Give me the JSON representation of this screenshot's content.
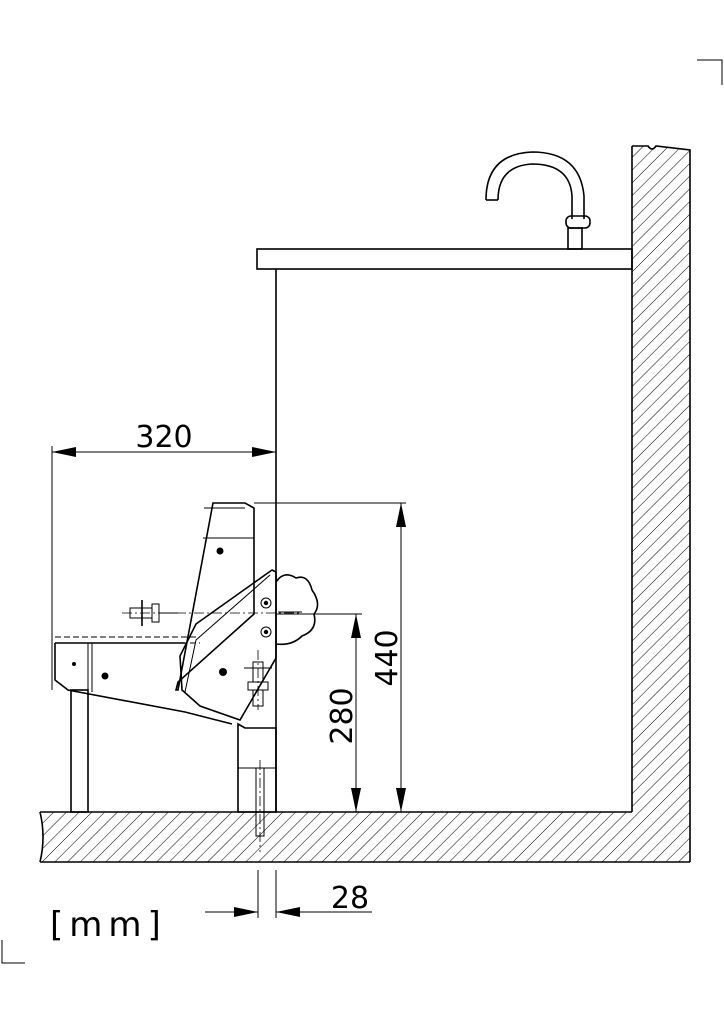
{
  "dimensions": {
    "width": "320",
    "height_top": "440",
    "height_bottom": "280",
    "wall_offset": "28"
  },
  "unit_label": "[mm]"
}
